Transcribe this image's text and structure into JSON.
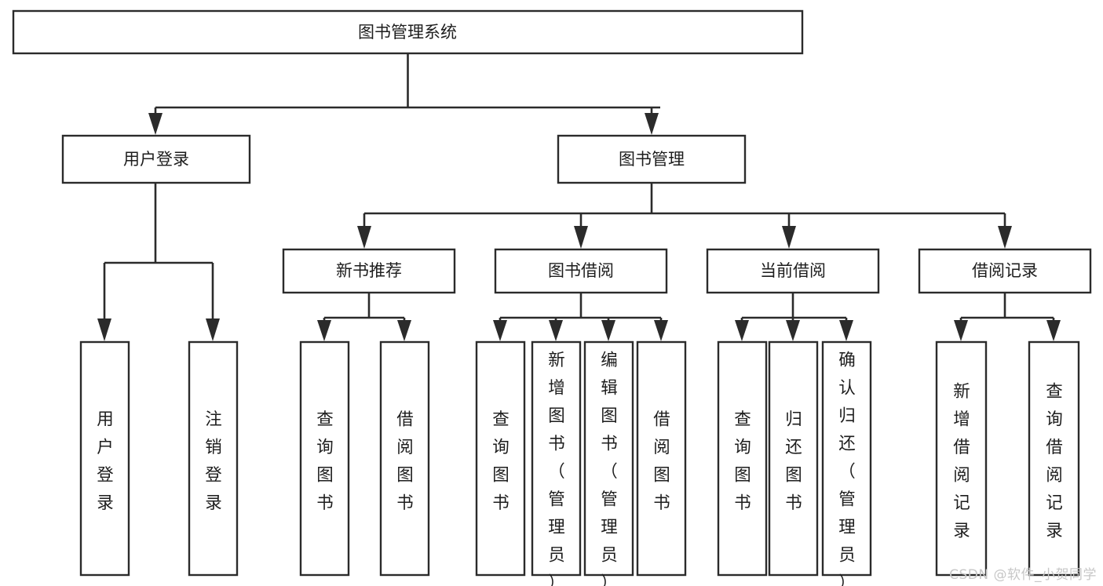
{
  "diagram": {
    "type": "tree-hierarchy",
    "title": "图书管理系统",
    "watermark": "CSDN @软件_小贺同学",
    "colors": {
      "stroke": "#2b2b2b",
      "fill": "#ffffff",
      "text": "#1d1d1d",
      "watermark": "#c7c7c7"
    },
    "nodes": {
      "root": {
        "label": "图书管理系统"
      },
      "level2": [
        {
          "id": "user-login",
          "label": "用户登录"
        },
        {
          "id": "book-manage",
          "label": "图书管理"
        }
      ],
      "level3": [
        {
          "id": "new-book-recommend",
          "label": "新书推荐",
          "parent": "book-manage"
        },
        {
          "id": "book-borrow",
          "label": "图书借阅",
          "parent": "book-manage"
        },
        {
          "id": "current-borrow",
          "label": "当前借阅",
          "parent": "book-manage"
        },
        {
          "id": "borrow-record",
          "label": "借阅记录",
          "parent": "book-manage"
        }
      ],
      "leaves": {
        "user-login": [
          {
            "id": "leaf-user-login",
            "label": "用户登录"
          },
          {
            "id": "leaf-logout-login",
            "label": "注销登录"
          }
        ],
        "new-book-recommend": [
          {
            "id": "leaf-query-book-1",
            "label": "查询图书"
          },
          {
            "id": "leaf-borrow-book-1",
            "label": "借阅图书"
          }
        ],
        "book-borrow": [
          {
            "id": "leaf-query-book-2",
            "label": "查询图书"
          },
          {
            "id": "leaf-add-book-admin",
            "label": "新增图书（管理员）"
          },
          {
            "id": "leaf-edit-book-admin",
            "label": "编辑图书（管理员）"
          },
          {
            "id": "leaf-borrow-book-2",
            "label": "借阅图书"
          }
        ],
        "current-borrow": [
          {
            "id": "leaf-query-book-3",
            "label": "查询图书"
          },
          {
            "id": "leaf-return-book",
            "label": "归还图书"
          },
          {
            "id": "leaf-confirm-return-admin",
            "label": "确认归还（管理员）"
          }
        ],
        "borrow-record": [
          {
            "id": "leaf-add-borrow-record",
            "label": "新增借阅记录"
          },
          {
            "id": "leaf-query-borrow-record",
            "label": "查询借阅记录"
          }
        ]
      }
    }
  }
}
